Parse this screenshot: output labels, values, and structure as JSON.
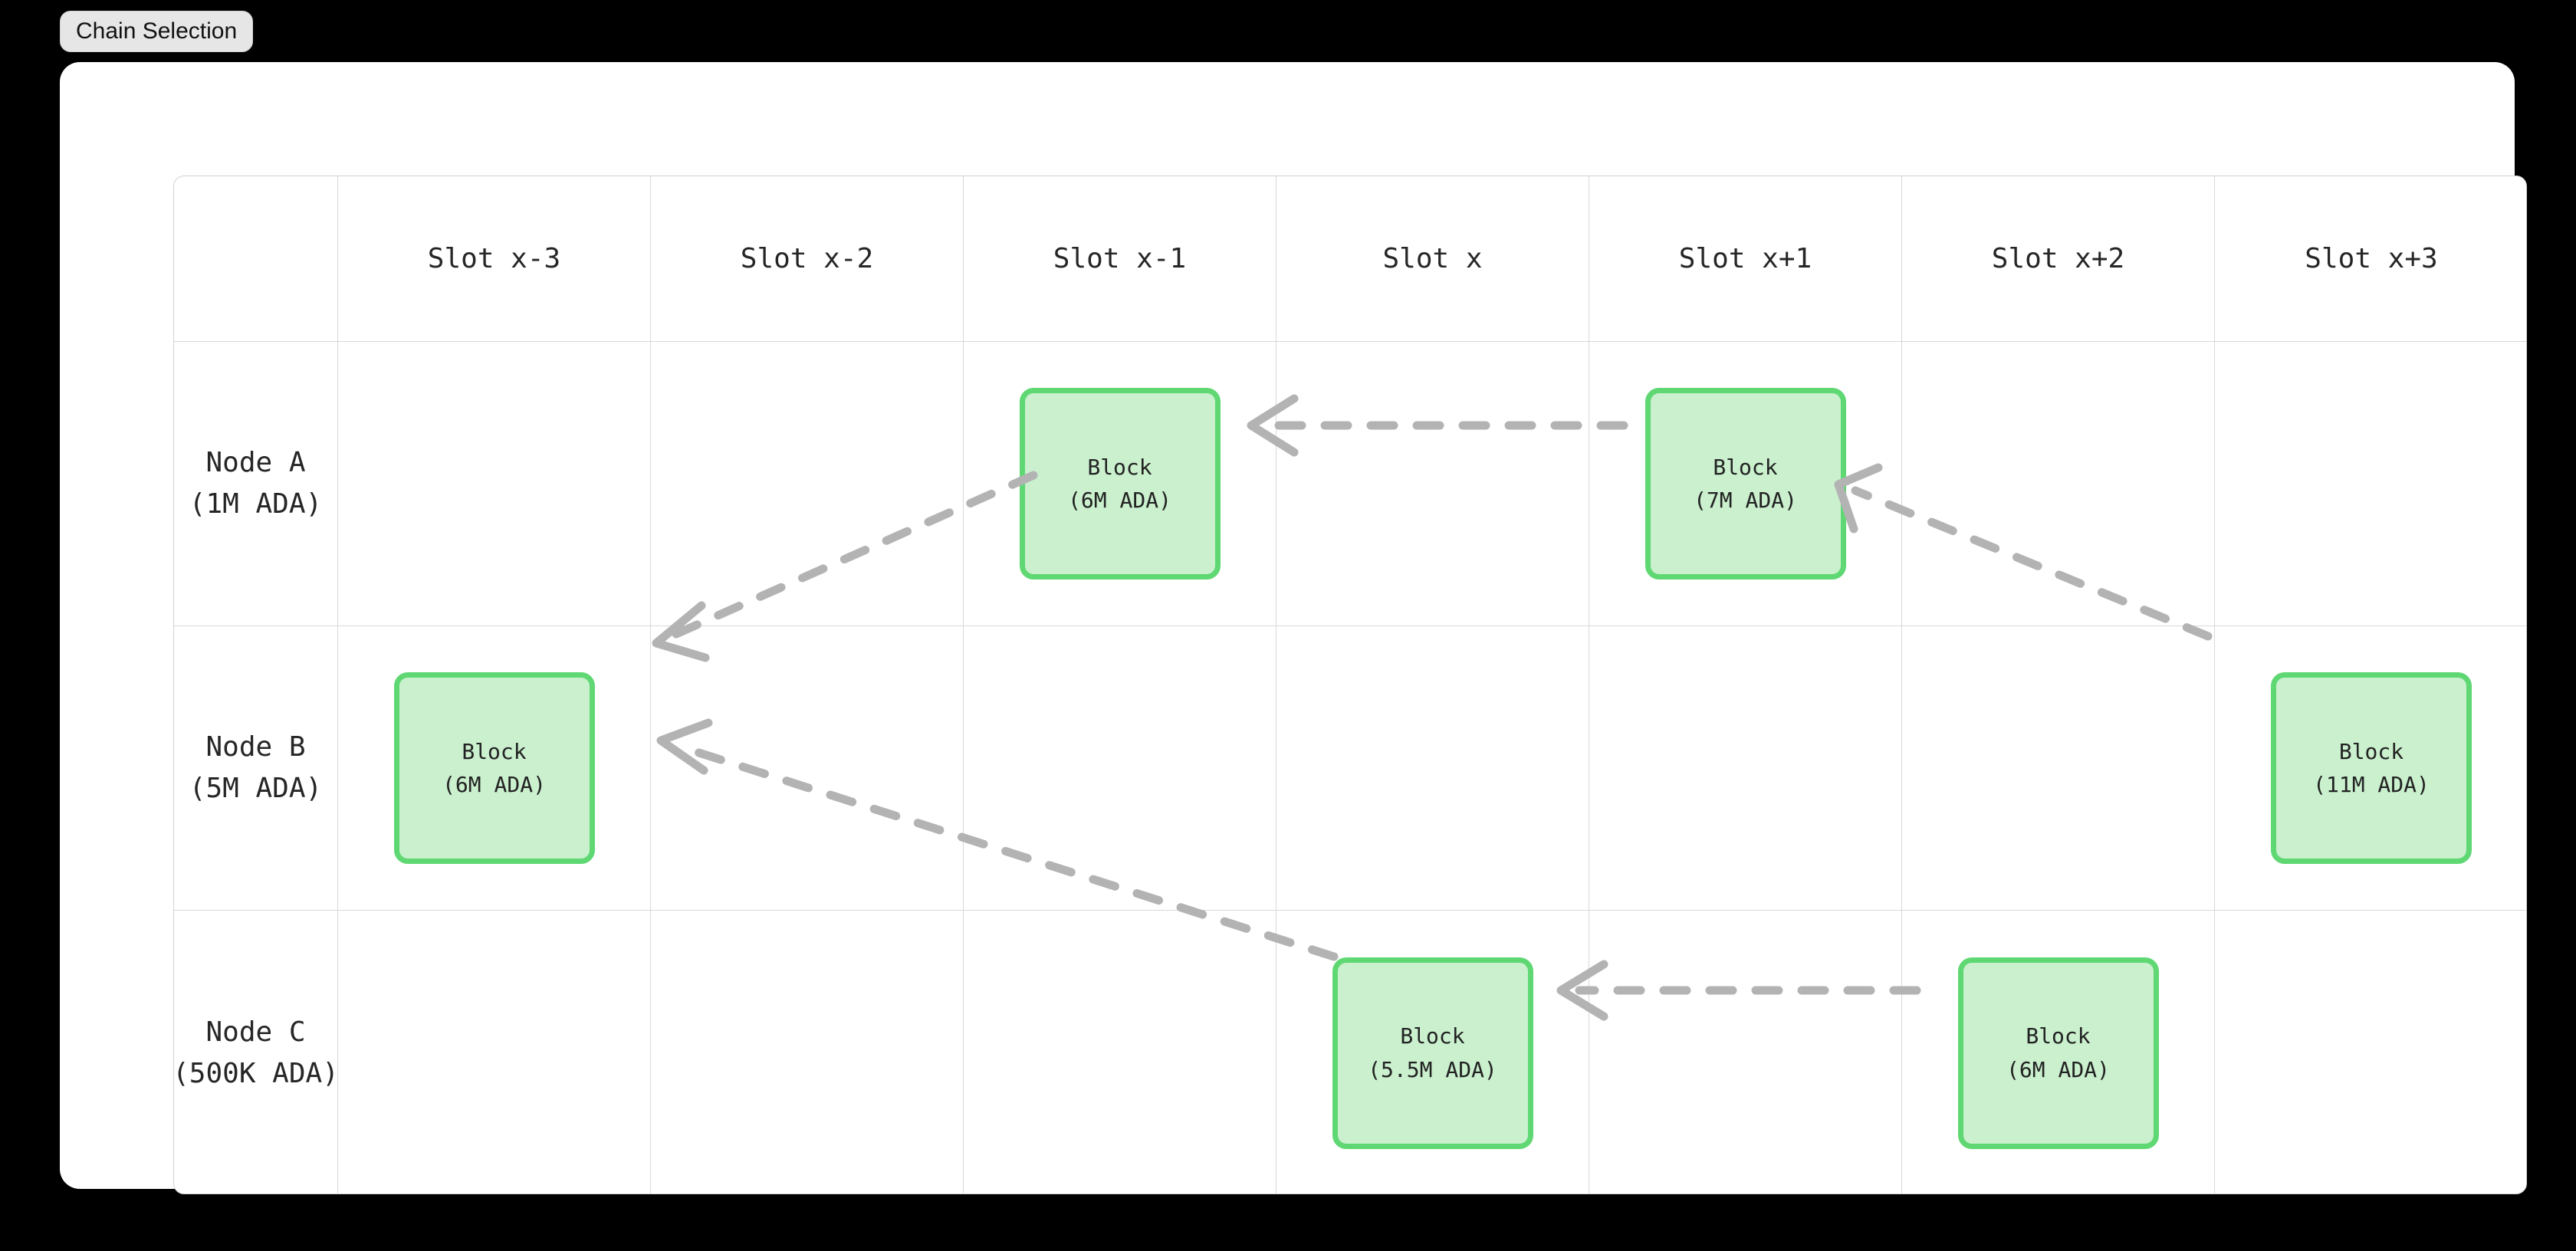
{
  "title": {
    "label": "Chain Selection"
  },
  "colors": {
    "background": "#000000",
    "card": "#ffffff",
    "grid_line": "#d8d8d8",
    "block_fill": "#caf0ce",
    "block_border": "#5fd873",
    "arrow": "#b3b3b3",
    "badge_bg": "#e6e6e6",
    "text": "#262626"
  },
  "grid": {
    "corner_label": "",
    "slot_headers": [
      {
        "label": "Slot x-3"
      },
      {
        "label": "Slot x-2"
      },
      {
        "label": "Slot x-1"
      },
      {
        "label": "Slot x"
      },
      {
        "label": "Slot x+1"
      },
      {
        "label": "Slot x+2"
      },
      {
        "label": "Slot x+3"
      }
    ],
    "rows": [
      {
        "node_name": "Node A",
        "node_stake": "(1M ADA)",
        "cells": [
          {
            "block": null
          },
          {
            "block": null
          },
          {
            "block": {
              "title": "Block",
              "stake": "(6M ADA)"
            }
          },
          {
            "block": null
          },
          {
            "block": {
              "title": "Block",
              "stake": "(7M ADA)"
            }
          },
          {
            "block": null
          },
          {
            "block": null
          }
        ]
      },
      {
        "node_name": "Node B",
        "node_stake": "(5M ADA)",
        "cells": [
          {
            "block": {
              "title": "Block",
              "stake": "(6M ADA)"
            }
          },
          {
            "block": null
          },
          {
            "block": null
          },
          {
            "block": null
          },
          {
            "block": null
          },
          {
            "block": null
          },
          {
            "block": {
              "title": "Block",
              "stake": "(11M ADA)"
            }
          }
        ]
      },
      {
        "node_name": "Node C",
        "node_stake": "(500K ADA)",
        "cells": [
          {
            "block": null
          },
          {
            "block": null
          },
          {
            "block": null
          },
          {
            "block": {
              "title": "Block",
              "stake": "(5.5M ADA)"
            }
          },
          {
            "block": null
          },
          {
            "block": {
              "title": "Block",
              "stake": "(6M ADA)"
            }
          },
          {
            "block": null
          }
        ]
      }
    ]
  },
  "arrows": [
    {
      "name": "arrow-a-x1-to-a-xm1",
      "from": "NodeA/Slot x+1",
      "to": "NodeA/Slot x-1",
      "style": "dashed"
    },
    {
      "name": "arrow-a-xm1-to-b-xm3",
      "from": "NodeA/Slot x-1",
      "to": "NodeB/Slot x-3",
      "style": "dashed"
    },
    {
      "name": "arrow-b-x3-to-a-x1",
      "from": "NodeB/Slot x+3",
      "to": "NodeA/Slot x+1",
      "style": "dashed"
    },
    {
      "name": "arrow-c-x-to-b-xm3",
      "from": "NodeC/Slot x",
      "to": "NodeB/Slot x-3",
      "style": "dashed"
    },
    {
      "name": "arrow-c-x2-to-c-x",
      "from": "NodeC/Slot x+2",
      "to": "NodeC/Slot x",
      "style": "dashed"
    }
  ]
}
